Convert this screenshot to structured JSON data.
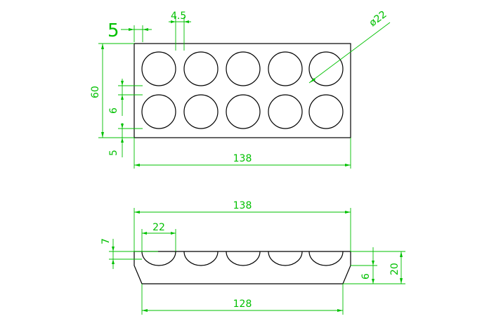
{
  "top_view": {
    "hole_count_per_row": 5,
    "rows": 2,
    "dimensions": {
      "overall_length": "138",
      "overall_width": "60",
      "hole_diameter": "ø22",
      "edge_offset_x": "5",
      "gap_between_holes": "4.5",
      "gap_between_rows": "6",
      "edge_offset_y": "5"
    }
  },
  "side_view": {
    "dimensions": {
      "top_length": "138",
      "bottom_length": "128",
      "cup_width": "22",
      "cup_depth": "7",
      "base_thickness": "6",
      "total_height": "20"
    }
  },
  "colors": {
    "outline": "#000000",
    "dimension": "#00c000",
    "background": "#ffffff"
  }
}
